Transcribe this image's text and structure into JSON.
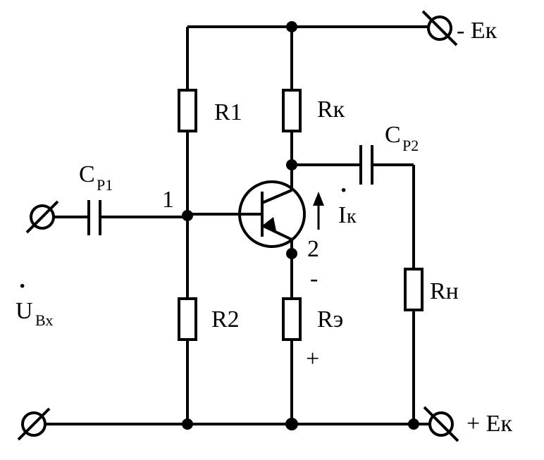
{
  "labels": {
    "r1": "R1",
    "rk": "Rк",
    "r2": "R2",
    "re": "Rэ",
    "rn": "Rн",
    "cp1_main": "C",
    "cp1_sub": "P1",
    "cp2_main": "C",
    "cp2_sub": "P2",
    "node1": "1",
    "node2": "2",
    "ik_main": "I",
    "ik_sub": "к",
    "ik_dot": "·",
    "uvx_main": "U",
    "uvx_sub": "Вх",
    "uvx_dot": "·",
    "ek_neg": "- Eк",
    "ek_pos": "+ Eк",
    "minus_sign": "-",
    "plus_sign": "+"
  }
}
